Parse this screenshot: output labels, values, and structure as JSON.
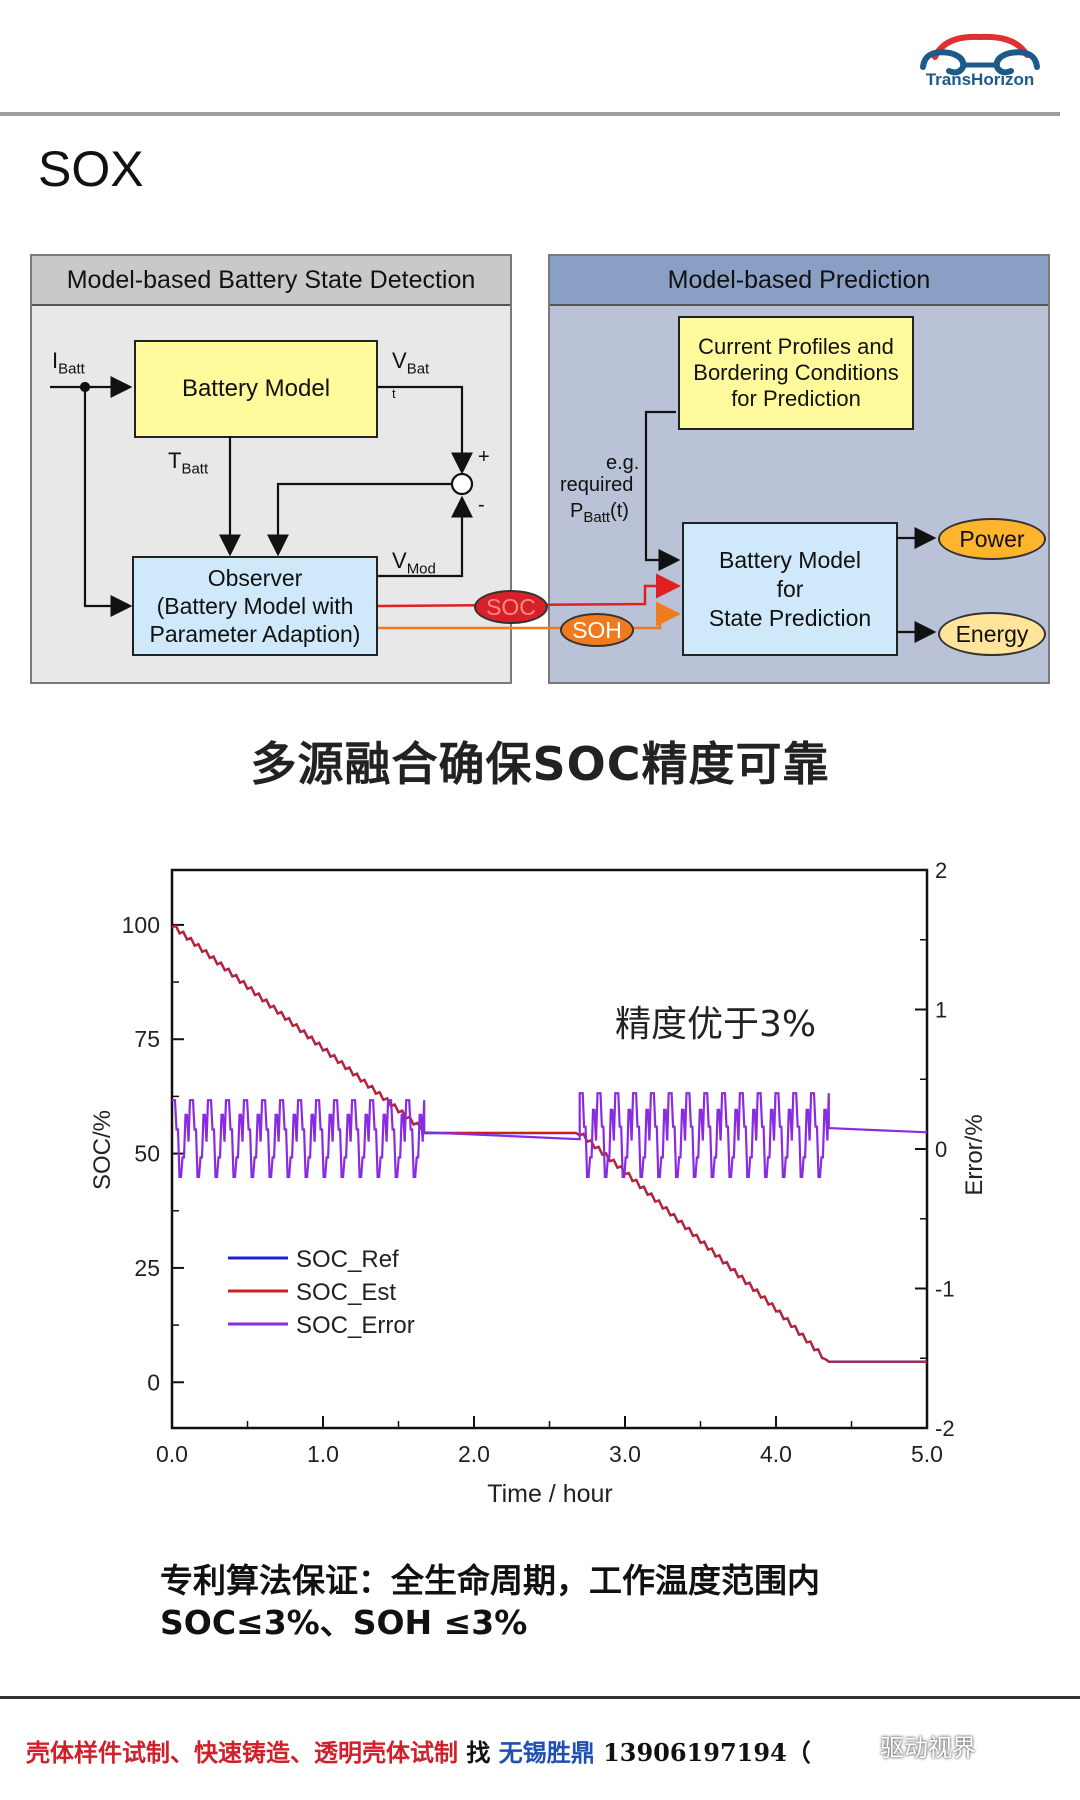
{
  "header": {
    "logo_text": "TransHorizon",
    "title": "SOX"
  },
  "diagram": {
    "left_panel_title": "Model-based Battery State Detection",
    "right_panel_title": "Model-based Prediction",
    "battery_model": "Battery Model",
    "observer_lines": [
      "Observer",
      "(Battery Model with",
      "Parameter Adaption)"
    ],
    "current_profiles_lines": [
      "Current Profiles and",
      "Bordering Conditions",
      "for Prediction"
    ],
    "state_prediction_lines": [
      "Battery Model",
      "for",
      "State Prediction"
    ],
    "i_batt": {
      "main": "I",
      "sub": "Batt"
    },
    "v_batt": {
      "main": "V",
      "sub": "Bat",
      "sub2": "t"
    },
    "t_batt": {
      "main": "T",
      "sub": "Batt"
    },
    "v_mod": {
      "main": "V",
      "sub": "Mod"
    },
    "plus": "+",
    "minus": "-",
    "eg_lines": [
      "e.g.",
      "required"
    ],
    "p_batt": {
      "main": "P",
      "sub": "Batt",
      "tail": "(t)"
    },
    "soc_oval": "SOC",
    "soh_oval": "SOH",
    "power_oval": "Power",
    "energy_oval": "Energy",
    "colors": {
      "yellow": "#fffb9c",
      "blue": "#cfe9fb",
      "soc": "#d8202a",
      "soh": "#f07b1e",
      "out": "#ffb42e"
    }
  },
  "section_heading": "多源融合确保SOC精度可靠",
  "chart_data": {
    "type": "line",
    "xlabel": "Time / hour",
    "ylabel": "SOC/%",
    "y2label": "Error/%",
    "xlim": [
      0,
      5
    ],
    "ylim": [
      -10,
      112
    ],
    "y2lim": [
      -2,
      2
    ],
    "x_ticks": [
      "0.0",
      "1.0",
      "2.0",
      "3.0",
      "4.0",
      "5.0"
    ],
    "y_ticks": [
      "0",
      "25",
      "50",
      "75",
      "100"
    ],
    "y2_ticks": [
      "-2",
      "-1",
      "0",
      "1",
      "2"
    ],
    "annotation": "精度优于3%",
    "legend_position": "lower-left",
    "series": [
      {
        "name": "SOC_Ref",
        "color": "#2020cc",
        "axis": "left",
        "x": [
          0,
          1.65,
          1.67,
          2.7,
          3.0,
          3.5,
          4.0,
          4.33,
          4.35,
          5.0
        ],
        "y": [
          100,
          55.5,
          54.5,
          54.5,
          46,
          31,
          16,
          5,
          4.5,
          4.5
        ]
      },
      {
        "name": "SOC_Est",
        "color": "#cc2020",
        "axis": "left",
        "x": [
          0,
          1.65,
          1.67,
          2.7,
          3.0,
          3.5,
          4.0,
          4.33,
          4.35,
          5.0
        ],
        "y": [
          100,
          55.5,
          54.5,
          54.5,
          46,
          31,
          16,
          5,
          4.5,
          4.5
        ]
      },
      {
        "name": "SOC_Error",
        "color": "#8a2be2",
        "axis": "right",
        "segments": [
          {
            "x_start": 0.0,
            "x_end": 1.67,
            "oscillation_min": -0.2,
            "oscillation_max": 0.35,
            "cycles": 14
          },
          {
            "x_start": 1.67,
            "x_end": 2.7,
            "flat_from": 0.12,
            "flat_to": 0.07
          },
          {
            "x_start": 2.7,
            "x_end": 4.35,
            "oscillation_min": -0.2,
            "oscillation_max": 0.4,
            "cycles": 14
          },
          {
            "x_start": 4.35,
            "x_end": 5.0,
            "flat_from": 0.15,
            "flat_to": 0.12
          }
        ]
      }
    ]
  },
  "bottom_text_lines": [
    "专利算法保证：全生命周期，工作温度范围内",
    "SOC≤3%、SOH ≤3%"
  ],
  "footer": {
    "red_text": "壳体样件试制、快速铸造、透明壳体试制",
    "find": "找",
    "company": "无锡胜鼎",
    "phone": "13906197194（",
    "watermark": "驱动视界"
  }
}
